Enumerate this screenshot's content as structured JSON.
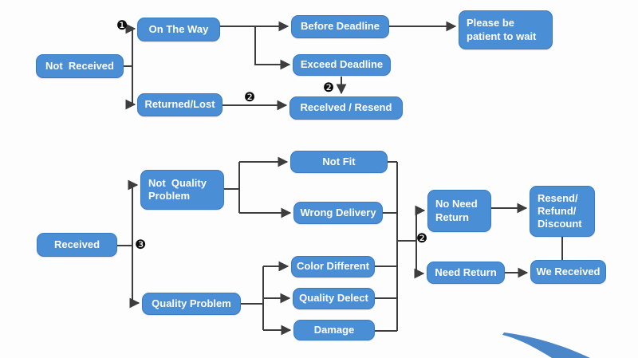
{
  "colors": {
    "box_fill": "#4a8ed5",
    "box_border": "#3a7ac2",
    "box_text": "#ffffff",
    "connector_line": "#3d3d3d",
    "badge": "#0d0d0d",
    "swoosh": "#4a86c8",
    "background": "#fdfdfd"
  },
  "nodes": {
    "not_received": {
      "label": "Not  Received"
    },
    "on_the_way": {
      "label": "On The Way"
    },
    "returned_lost": {
      "label": "Returned/Lost"
    },
    "before_deadline": {
      "label": "Before Deadline"
    },
    "exceed_deadline": {
      "label": "Exceed Deadline"
    },
    "recelved_resend": {
      "label": "Recelved / Resend"
    },
    "please_wait": {
      "label": "Please be\npatient to wait"
    },
    "received": {
      "label": "Received"
    },
    "not_quality_problem": {
      "label": "Not  Quality\nProblem"
    },
    "quality_problem": {
      "label": "Quality Problem"
    },
    "not_fit": {
      "label": "Not Fit"
    },
    "wrong_delivery": {
      "label": "Wrong Delivery"
    },
    "color_different": {
      "label": "Color Different"
    },
    "quality_delect": {
      "label": "Quality Delect"
    },
    "damage": {
      "label": "Damage"
    },
    "no_need_return": {
      "label": "No Need\nReturn"
    },
    "need_return": {
      "label": "Need Return"
    },
    "resend_refund_discount": {
      "label": "Resend/\nRefund/\nDiscount"
    },
    "we_received": {
      "label": "We Received"
    }
  },
  "badges": {
    "step1": "❶",
    "step2": "❷",
    "step3": "❸"
  }
}
